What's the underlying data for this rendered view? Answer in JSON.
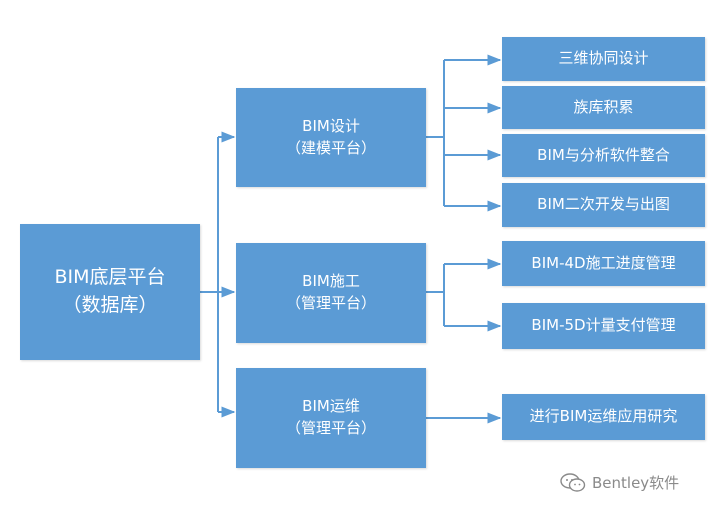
{
  "root": {
    "line1": "BIM底层平台",
    "line2": "（数据库）"
  },
  "branches": [
    {
      "line1": "BIM设计",
      "line2": "（建模平台）"
    },
    {
      "line1": "BIM施工",
      "line2": "（管理平台）"
    },
    {
      "line1": "BIM运维",
      "line2": "（管理平台）"
    }
  ],
  "leaves": [
    {
      "label": "三维协同设计"
    },
    {
      "label": "族库积累"
    },
    {
      "label": "BIM与分析软件整合"
    },
    {
      "label": "BIM二次开发与出图"
    },
    {
      "label": "BIM-4D施工进度管理"
    },
    {
      "label": "BIM-5D计量支付管理"
    },
    {
      "label": "进行BIM运维应用研究"
    }
  ],
  "watermark": {
    "text": "Bentley软件",
    "icon": "wechat-icon"
  },
  "colors": {
    "box": "#5b9bd5",
    "line": "#5b9bd5",
    "text": "#ffffff"
  }
}
